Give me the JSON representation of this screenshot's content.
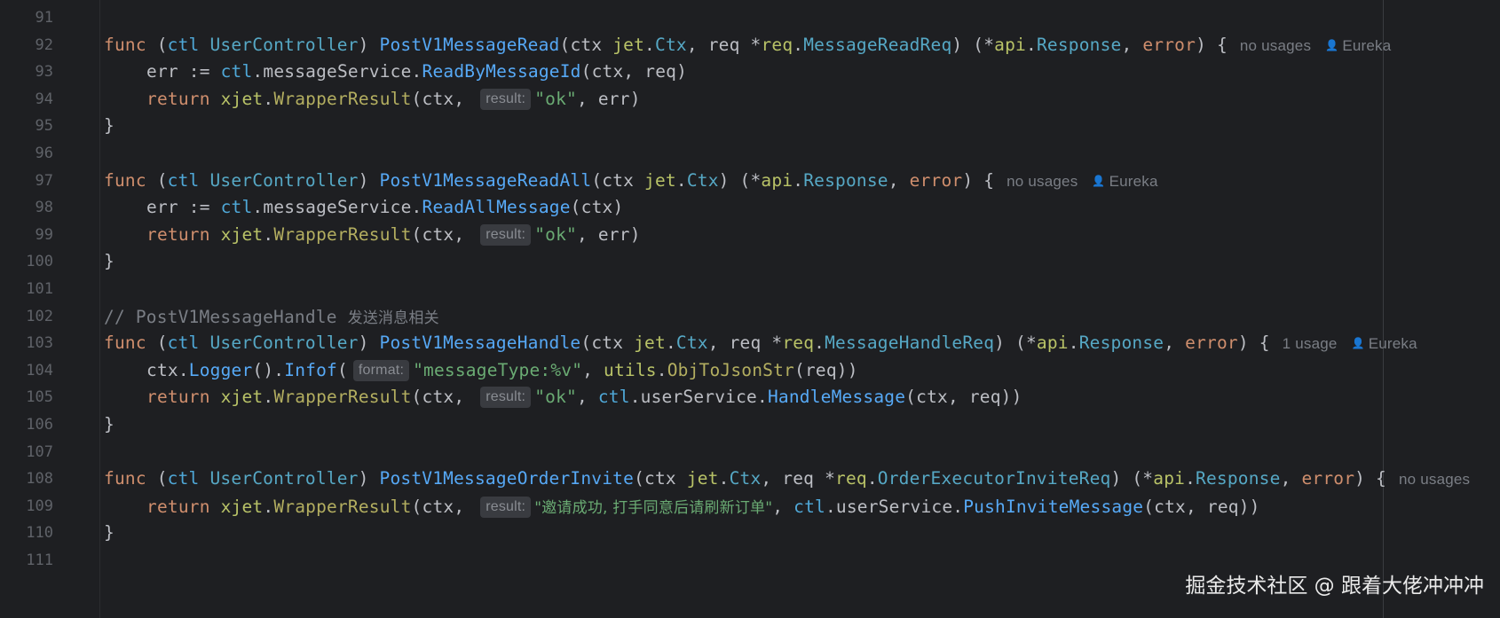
{
  "line_numbers": [
    "91",
    "92",
    "93",
    "94",
    "95",
    "96",
    "97",
    "98",
    "99",
    "100",
    "101",
    "102",
    "103",
    "104",
    "105",
    "106",
    "107",
    "108",
    "109",
    "110",
    "111"
  ],
  "tokens": {
    "func": "func",
    "ctl": "ctl",
    "user_controller": "UserController",
    "ctx": "ctx",
    "req": "req",
    "jet": "jet",
    "ctx_type": "Ctx",
    "api": "api",
    "response": "Response",
    "error": "error",
    "err": "err",
    "return": "return",
    "xjet": "xjet",
    "wrapper_result": "WrapperResult",
    "message_service": "messageService",
    "user_service": "userService"
  },
  "functions": {
    "read": {
      "name": "PostV1MessageRead",
      "req_type": "MessageReadReq",
      "service_call": "ReadByMessageId",
      "result_str": "\"ok\"",
      "usages": "no usages",
      "author": "Eureka"
    },
    "read_all": {
      "name": "PostV1MessageReadAll",
      "service_call": "ReadAllMessage",
      "result_str": "\"ok\"",
      "usages": "no usages",
      "author": "Eureka"
    },
    "handle": {
      "comment_prefix": "// PostV1MessageHandle ",
      "comment_cn": "发送消息相关",
      "name": "PostV1MessageHandle",
      "req_type": "MessageHandleReq",
      "logger": "Logger",
      "infof": "Infof",
      "format_str": "\"messageType:%v\"",
      "utils": "utils",
      "obj_to_json": "ObjToJsonStr",
      "result_str": "\"ok\"",
      "service_call": "HandleMessage",
      "usages": "1 usage",
      "author": "Eureka"
    },
    "order_invite": {
      "name": "PostV1MessageOrderInvite",
      "req_type": "OrderExecutorInviteReq",
      "result_str": "\"邀请成功, 打手同意后请刷新订单\"",
      "service_call": "PushInviteMessage",
      "usages": "no usages"
    }
  },
  "hints": {
    "result": "result:",
    "format": "format:"
  },
  "icons": {
    "author": "user-icon"
  },
  "colors": {
    "background": "#1e1f22",
    "keyword": "#cf8e6d",
    "function": "#56a8f5",
    "string": "#6aab73",
    "type": "#56a8c5"
  },
  "watermark": "掘金技术社区 @ 跟着大佬冲冲冲"
}
